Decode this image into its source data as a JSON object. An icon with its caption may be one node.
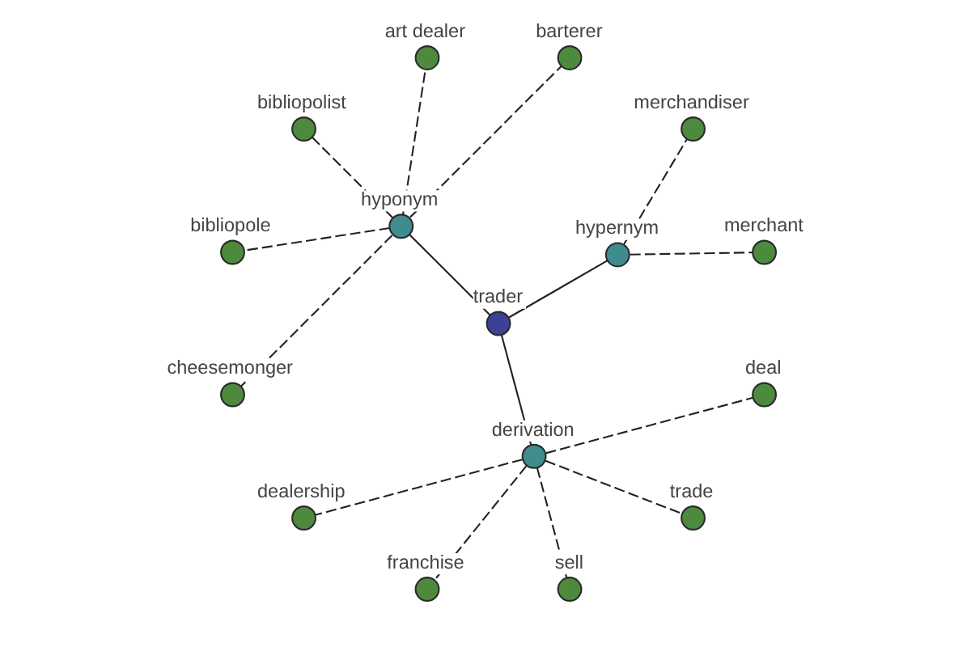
{
  "diagram": {
    "nodes": [
      {
        "text": [
          "merchant"
        ]
      },
      {
        "text": [
          "merchandiser"
        ]
      },
      {
        "text": [
          "hypernym"
        ]
      },
      {
        "text": [
          "barterer"
        ]
      },
      {
        "text": [
          "trader"
        ]
      },
      {
        "text": [
          "art dealer"
        ]
      },
      {
        "text": [
          "hyponym"
        ]
      },
      {
        "text": [
          "dealership"
        ]
      },
      {
        "text": [
          "bibliopolist"
        ]
      },
      {
        "text": [
          "derivation"
        ]
      },
      {
        "text": [
          "bibliopole"
        ]
      },
      {
        "text": [
          "franchise"
        ]
      },
      {
        "text": [
          "cheesemonger"
        ]
      },
      {
        "text": [
          "sell"
        ]
      },
      {
        "text": [
          "trade"
        ]
      },
      {
        "text": [
          "deal"
        ]
      }
    ],
    "edges": [
      {
        "from": 4,
        "to": 2,
        "arrow": "none"
      },
      {
        "from": 4,
        "to": 6,
        "arrow": "none"
      },
      {
        "from": 4,
        "to": 9,
        "arrow": "none"
      },
      {
        "from": 2,
        "to": 0,
        "arrow": "none",
        "style": "dashed"
      },
      {
        "from": 2,
        "to": 1,
        "arrow": "none",
        "style": "dashed"
      },
      {
        "from": 6,
        "to": 3,
        "arrow": "none",
        "style": "dashed"
      },
      {
        "from": 6,
        "to": 5,
        "arrow": "none",
        "style": "dashed"
      },
      {
        "from": 6,
        "to": 8,
        "arrow": "none",
        "style": "dashed"
      },
      {
        "from": 6,
        "to": 10,
        "arrow": "none",
        "style": "dashed"
      },
      {
        "from": 6,
        "to": 12,
        "arrow": "none",
        "style": "dashed"
      },
      {
        "from": 9,
        "to": 7,
        "arrow": "none",
        "style": "dashed"
      },
      {
        "from": 9,
        "to": 11,
        "arrow": "none",
        "style": "dashed"
      },
      {
        "from": 9,
        "to": 13,
        "arrow": "none",
        "style": "dashed"
      },
      {
        "from": 9,
        "to": 14,
        "arrow": "none",
        "style": "dashed"
      },
      {
        "from": 9,
        "to": 15,
        "arrow": "none",
        "style": "dashed"
      }
    ]
  }
}
